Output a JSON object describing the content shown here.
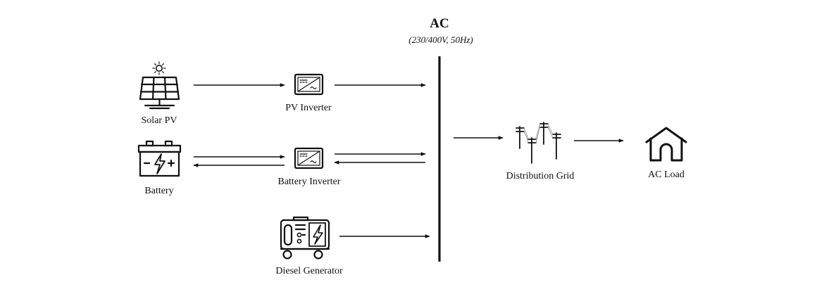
{
  "bus": {
    "title": "AC",
    "subtitle": "(230/400V, 50Hz)"
  },
  "nodes": {
    "solar_pv": "Solar PV",
    "pv_inverter": "PV Inverter",
    "battery": "Battery",
    "battery_inverter": "Battery Inverter",
    "diesel_generator": "Diesel Generator",
    "distribution_grid": "Distribution Grid",
    "ac_load": "AC Load"
  },
  "icons": {
    "solar_pv": "solar-panel-icon",
    "pv_inverter": "inverter-icon",
    "battery": "battery-icon",
    "battery_inverter": "inverter-icon",
    "diesel_generator": "generator-icon",
    "distribution_grid": "power-poles-icon",
    "ac_load": "house-icon"
  },
  "colors": {
    "stroke": "#111111",
    "background": "#ffffff"
  }
}
